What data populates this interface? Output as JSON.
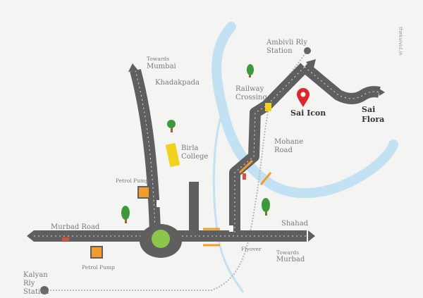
{
  "map": {
    "watermark": "thekvivid.in",
    "labels": {
      "towards_mumbai_small": "Towards",
      "towards_mumbai": "Mumbai",
      "khadakpada": "Khadakpada",
      "birla_college": "Birla College",
      "petrol_pump_1": "Petrol Pump",
      "petrol_pump_2": "Petrol Pump",
      "murbad_road": "Murbad Road",
      "kalyan_station": "Kalyan Rly Station",
      "flyover": "Flyover",
      "towards_murbad_small": "Towards",
      "towards_murbad": "Murbad",
      "shahad": "Shahad",
      "mohane_road": "Mohane Road",
      "railway_crossing": "Railway Crossing",
      "ambivli_station": "Ambivli Rly Station",
      "sai_icon": "Sai Icon",
      "sai_flora": "Sai Flora"
    },
    "colors": {
      "road": "#5f5f5f",
      "river": "#c2e1f3",
      "tree": "#3c9a3a",
      "pin": "#e0262b",
      "pump": "#f39c2a",
      "college": "#f2d21a",
      "roundabout": "#8bc84a"
    }
  }
}
